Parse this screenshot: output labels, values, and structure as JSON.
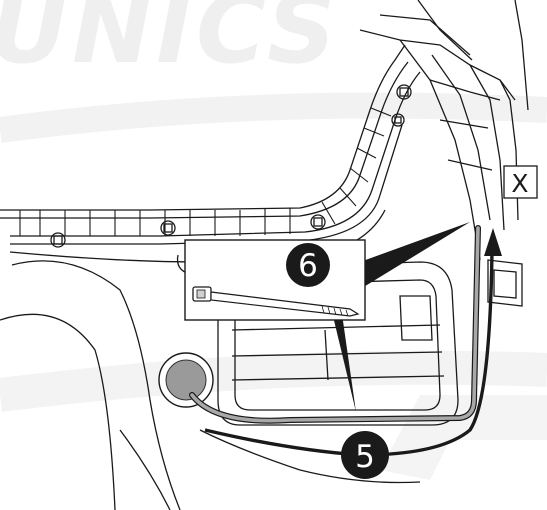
{
  "watermark": {
    "text": "UNICS"
  },
  "callouts": {
    "step_6": "6",
    "step_5": "5",
    "view_marker": "X"
  },
  "colors": {
    "line": "#1a1a1a",
    "watermark": "#eeeeee",
    "cable": "#8c8c8c",
    "badge": "#1a1a1a",
    "badge_text": "#ffffff",
    "grommet": "#9a9a9a"
  }
}
